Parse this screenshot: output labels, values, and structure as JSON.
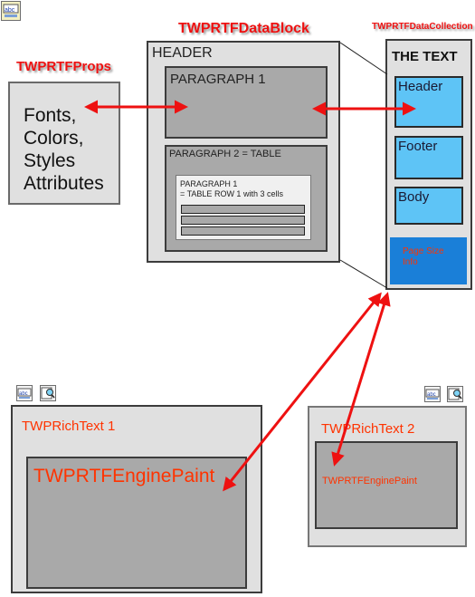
{
  "labels": {
    "props_title": "TWPRTFProps",
    "datablock_title": "TWPRTFDataBlock",
    "collection_title": "TWPRTFDataCollection"
  },
  "props_box": {
    "lines": [
      "Fonts,",
      "Colors,",
      "Styles",
      "Attributes"
    ]
  },
  "datablock": {
    "header": "HEADER",
    "paragraph1": "PARAGRAPH 1",
    "paragraph2": "PARAGRAPH 2 = TABLE",
    "row_line1": "PARAGRAPH 1",
    "row_line2": "= TABLE ROW 1 with 3 cells"
  },
  "collection": {
    "title": "THE TEXT",
    "items": [
      "Header",
      "Footer",
      "Body"
    ],
    "pagesize_line1": "Page Size",
    "pagesize_line2": "Info"
  },
  "richtext1": {
    "title": "TWPRichText 1",
    "engine": "TWPRTFEnginePaint"
  },
  "richtext2": {
    "title": "TWPRichText 2",
    "engine": "TWPRTFEnginePaint"
  },
  "colors": {
    "accent_red": "#ee1111",
    "title_orange": "#ff3300",
    "light_blue": "#5ec4f6",
    "dark_blue": "#1a7fd8"
  },
  "icons": [
    "richtext-component-icon",
    "inspector-component-icon"
  ]
}
